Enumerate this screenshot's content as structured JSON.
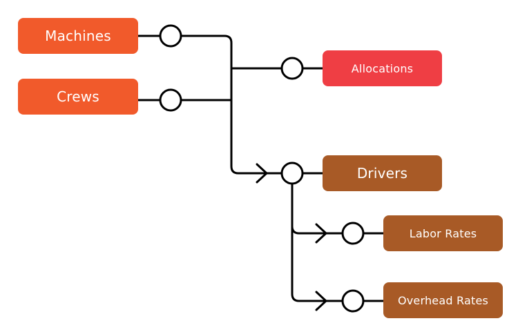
{
  "colors": {
    "source": "#f15a2b",
    "target": "#ef3e44",
    "derived": "#a85a26",
    "line": "#000000"
  },
  "nodes": {
    "machines": "Machines",
    "crews": "Crews",
    "allocations": "Allocations",
    "drivers": "Drivers",
    "labor_rates": "Labor Rates",
    "overhead_rates": "Overhead Rates"
  }
}
